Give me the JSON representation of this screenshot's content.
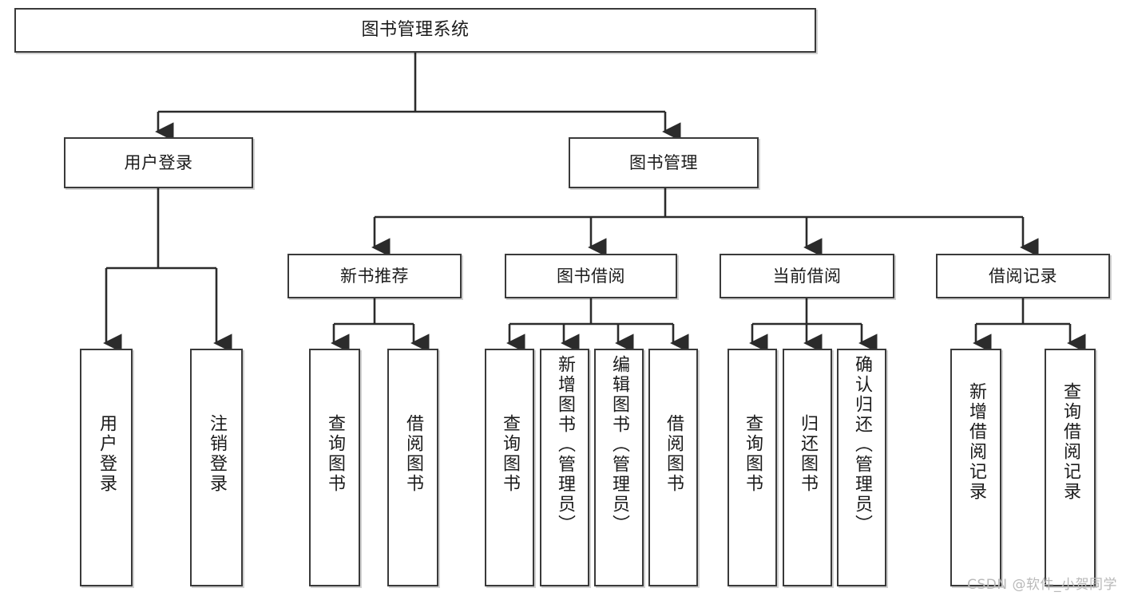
{
  "diagram": {
    "title": "图书管理系统",
    "type": "tree-hierarchy",
    "colors": {
      "box_border": "#3a3a3a",
      "box_fill": "#ffffff",
      "edge": "#2b2b2b",
      "text": "#1b1b1b",
      "watermark": "#b9b9b9",
      "background": "#ffffff"
    },
    "root": {
      "label": "图书管理系统"
    },
    "level2": [
      {
        "label": "用户登录"
      },
      {
        "label": "图书管理"
      }
    ],
    "level3": [
      {
        "label": "新书推荐"
      },
      {
        "label": "图书借阅"
      },
      {
        "label": "当前借阅"
      },
      {
        "label": "借阅记录"
      }
    ],
    "leaves": {
      "user_login": [
        {
          "label": "用户登录"
        },
        {
          "label": "注销登录"
        }
      ],
      "new_book_recommend": [
        {
          "label": "查询图书"
        },
        {
          "label": "借阅图书"
        }
      ],
      "book_borrow": [
        {
          "label": "查询图书"
        },
        {
          "label": "新增图书（管理员）"
        },
        {
          "label": "编辑图书（管理员）"
        },
        {
          "label": "借阅图书"
        }
      ],
      "current_borrow": [
        {
          "label": "查询图书"
        },
        {
          "label": "归还图书"
        },
        {
          "label": "确认归还（管理员）"
        }
      ],
      "borrow_record": [
        {
          "label": "新增借阅记录"
        },
        {
          "label": "查询借阅记录"
        }
      ]
    }
  },
  "watermark": {
    "text": "CSDN @软件_小贺同学"
  }
}
